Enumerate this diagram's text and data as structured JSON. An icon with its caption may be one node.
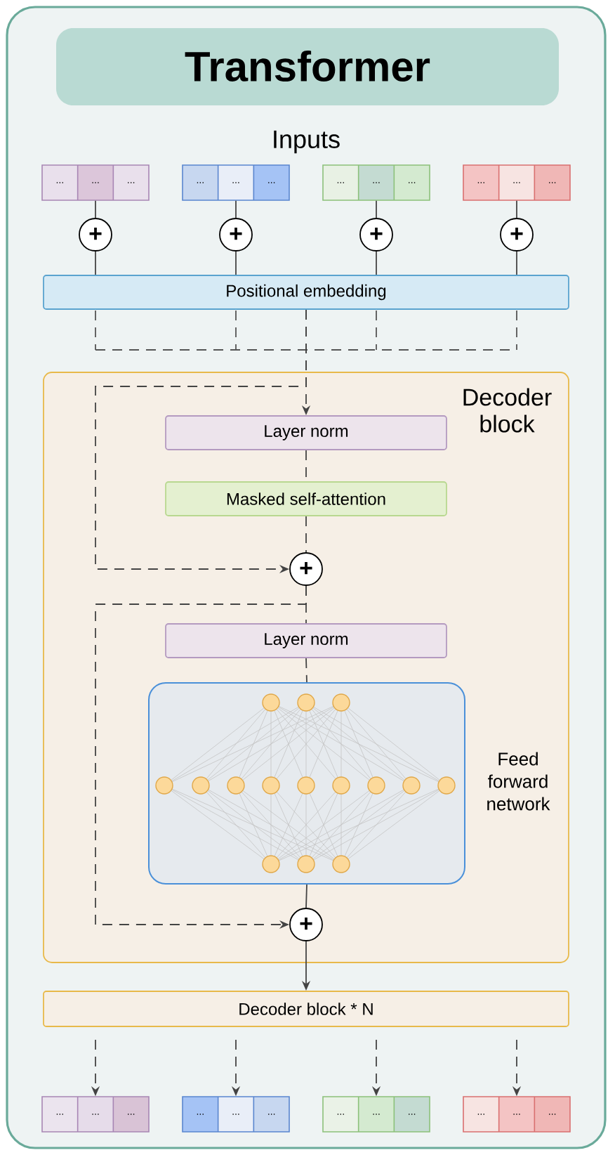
{
  "diagram": {
    "title": "Transformer",
    "nodes": [
      {
        "text": [
          "...",
          "...",
          "..."
        ]
      },
      {
        "text": [
          "...",
          "...",
          "..."
        ]
      },
      {
        "text": [
          "...",
          "...",
          "..."
        ]
      },
      {
        "text": [
          "...",
          "...",
          "..."
        ]
      },
      {
        "text": [
          "+"
        ]
      },
      {
        "text": [
          "+"
        ]
      },
      {
        "text": [
          "+"
        ]
      },
      {
        "text": [
          "+"
        ]
      },
      {
        "text": [
          "Positional embedding"
        ]
      },
      {
        "text": [
          "Decoder block"
        ]
      },
      {
        "text": [
          "Layer norm"
        ],
        "in": 9
      },
      {
        "text": [
          "Masked self-attention"
        ],
        "in": 9
      },
      {
        "text": [
          "+"
        ],
        "in": 9
      },
      {
        "text": [
          "Layer norm"
        ],
        "in": 9
      },
      {
        "text": [],
        "shape": "box",
        "beside": [
          "Feed forward network"
        ],
        "in": 9
      },
      {
        "text": [
          "+"
        ],
        "in": 9
      },
      {
        "text": [
          "Decoder block * N"
        ]
      },
      {
        "text": [
          "...",
          "...",
          "..."
        ]
      },
      {
        "text": [
          "...",
          "...",
          "..."
        ]
      },
      {
        "text": [
          "...",
          "...",
          "..."
        ]
      },
      {
        "text": [
          "...",
          "...",
          "..."
        ]
      }
    ],
    "edges": [
      {
        "from": 0,
        "to": 4,
        "arrow": "none"
      },
      {
        "from": 1,
        "to": 5,
        "arrow": "none"
      },
      {
        "from": 2,
        "to": 6,
        "arrow": "none"
      },
      {
        "from": 3,
        "to": 7,
        "arrow": "none"
      },
      {
        "from": 4,
        "to": 8,
        "arrow": "none"
      },
      {
        "from": 5,
        "to": 8,
        "arrow": "none"
      },
      {
        "from": 6,
        "to": 8,
        "arrow": "none"
      },
      {
        "from": 7,
        "to": 8,
        "arrow": "none"
      },
      {
        "from": 8,
        "to": 10,
        "arrow": "to",
        "style": "dashed"
      },
      {
        "from": 8,
        "to": 12,
        "arrow": "to",
        "style": "dashed"
      },
      {
        "from": 10,
        "to": 11,
        "arrow": "none",
        "style": "dashed"
      },
      {
        "from": 11,
        "to": 12,
        "arrow": "none",
        "style": "dashed"
      },
      {
        "from": 12,
        "to": 13,
        "arrow": "none",
        "style": "dashed"
      },
      {
        "from": 12,
        "to": 15,
        "arrow": "to",
        "style": "dashed"
      },
      {
        "from": 13,
        "to": 14,
        "arrow": "none",
        "style": "dashed"
      },
      {
        "from": 14,
        "to": 15,
        "arrow": "none"
      },
      {
        "from": 15,
        "to": 16,
        "arrow": "to"
      },
      {
        "from": 16,
        "to": 17,
        "arrow": "to",
        "style": "dashed"
      },
      {
        "from": 16,
        "to": 18,
        "arrow": "to",
        "style": "dashed"
      },
      {
        "from": 16,
        "to": 19,
        "arrow": "to",
        "style": "dashed"
      },
      {
        "from": 16,
        "to": 20,
        "arrow": "to",
        "style": "dashed"
      }
    ],
    "labels": [
      "Inputs"
    ]
  }
}
